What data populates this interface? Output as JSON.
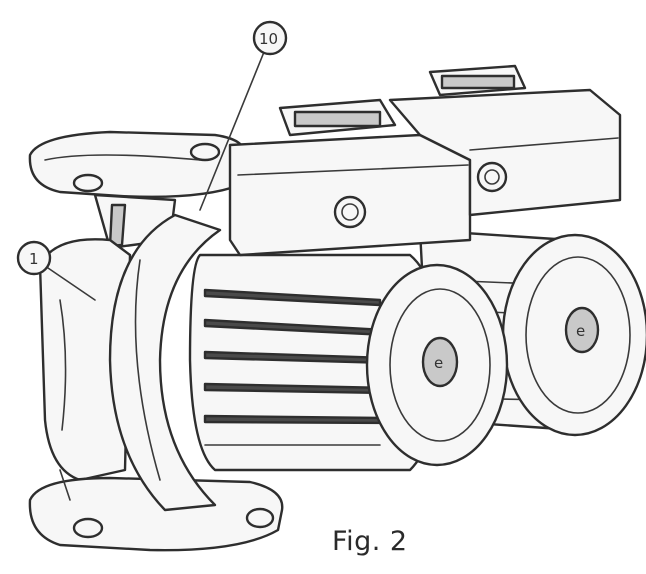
{
  "figure": {
    "caption": "Fig. 2",
    "callouts": [
      {
        "id": "callout-10",
        "label": "10"
      },
      {
        "id": "callout-1",
        "label": "1"
      }
    ]
  },
  "subject": {
    "parts": [
      "pump-housing",
      "inlet-flange",
      "outlet-flange",
      "motor-1",
      "motor-2",
      "terminal-box-1",
      "terminal-box-2",
      "fan-cover-1",
      "fan-cover-2",
      "vent-screw-1",
      "vent-screw-2"
    ]
  }
}
